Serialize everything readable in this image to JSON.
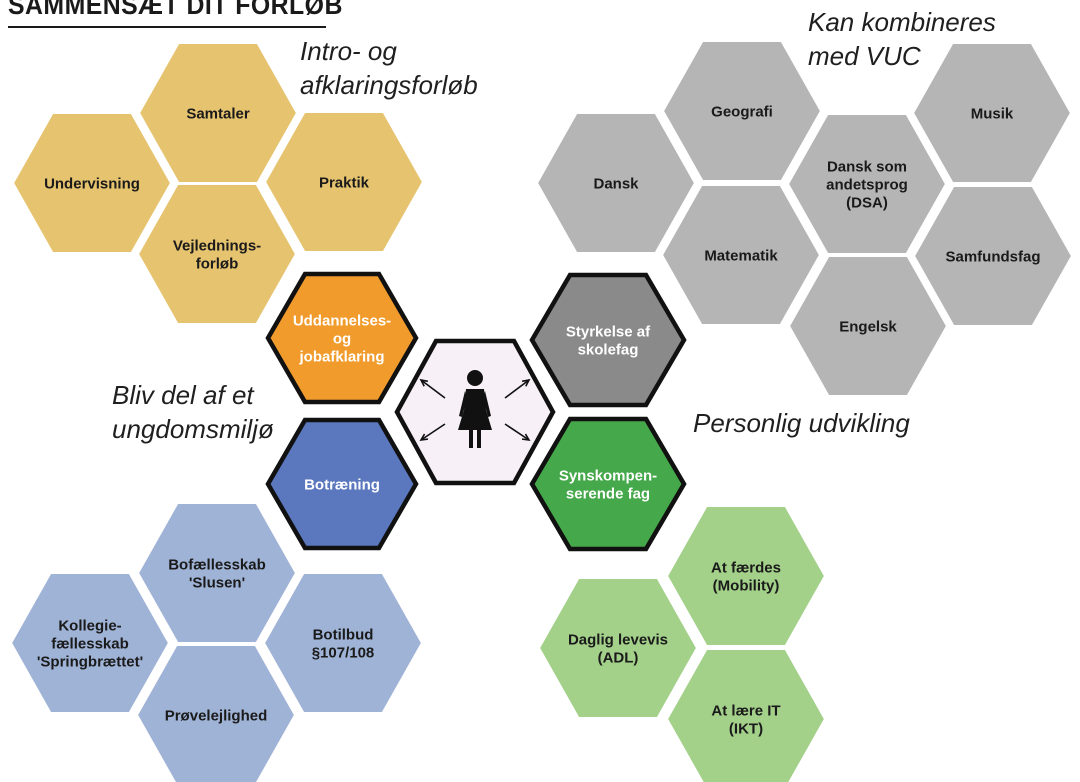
{
  "heading": "SAMMENSÆT DIT FORLØB",
  "captions": {
    "intro": [
      "Intro- og",
      "afklaringsforløb"
    ],
    "vuc": [
      "Kan kombineres",
      "med VUC"
    ],
    "youth": [
      "Bliv del af et",
      "ungdomsmiljø"
    ],
    "personal": "Personlig udvikling"
  },
  "center": {
    "icon": "person-icon"
  },
  "main": [
    {
      "id": "uddannelse",
      "lines": [
        "Uddannelses-",
        "og",
        "jobafklaring"
      ],
      "color": "#f19b2c"
    },
    {
      "id": "styrkelse",
      "lines": [
        "Styrkelse af",
        "skolefag"
      ],
      "color": "#8a8a8a"
    },
    {
      "id": "botraening",
      "lines": [
        "Botræning"
      ],
      "color": "#5b78bf"
    },
    {
      "id": "synskomp",
      "lines": [
        "Synskompen-",
        "serende fag"
      ],
      "color": "#45a84a"
    }
  ],
  "groups": {
    "intro": {
      "color": "#e6c36f",
      "items": [
        {
          "id": "samtaler",
          "lines": [
            "Samtaler"
          ]
        },
        {
          "id": "undervisning",
          "lines": [
            "Undervisning"
          ]
        },
        {
          "id": "praktik",
          "lines": [
            "Praktik"
          ]
        },
        {
          "id": "vejledning",
          "lines": [
            "Vejlednings-",
            "forløb"
          ]
        }
      ]
    },
    "vuc": {
      "color": "#b5b5b5",
      "items": [
        {
          "id": "geografi",
          "lines": [
            "Geografi"
          ]
        },
        {
          "id": "musik",
          "lines": [
            "Musik"
          ]
        },
        {
          "id": "dansk",
          "lines": [
            "Dansk"
          ]
        },
        {
          "id": "dsa",
          "lines": [
            "Dansk som",
            "andetsprog",
            "(DSA)"
          ]
        },
        {
          "id": "matematik",
          "lines": [
            "Matematik"
          ]
        },
        {
          "id": "samfundsfag",
          "lines": [
            "Samfundsfag"
          ]
        },
        {
          "id": "engelsk",
          "lines": [
            "Engelsk"
          ]
        }
      ]
    },
    "bo": {
      "color": "#9fb3d6",
      "items": [
        {
          "id": "bofaellesskab",
          "lines": [
            "Bofællesskab",
            "'Slusen'"
          ]
        },
        {
          "id": "kollegie",
          "lines": [
            "Kollegie-",
            "fællesskab",
            "'Springbrættet'"
          ]
        },
        {
          "id": "botilbud",
          "lines": [
            "Botilbud",
            "§107/108"
          ]
        },
        {
          "id": "proevelejlighed",
          "lines": [
            "Prøvelejlighed"
          ]
        }
      ]
    },
    "syn": {
      "color": "#a3d18a",
      "items": [
        {
          "id": "faerdes",
          "lines": [
            "At færdes",
            "(Mobility)"
          ]
        },
        {
          "id": "adl",
          "lines": [
            "Daglig levevis",
            "(ADL)"
          ]
        },
        {
          "id": "ikt",
          "lines": [
            "At lære IT",
            "(IKT)"
          ]
        }
      ]
    }
  }
}
